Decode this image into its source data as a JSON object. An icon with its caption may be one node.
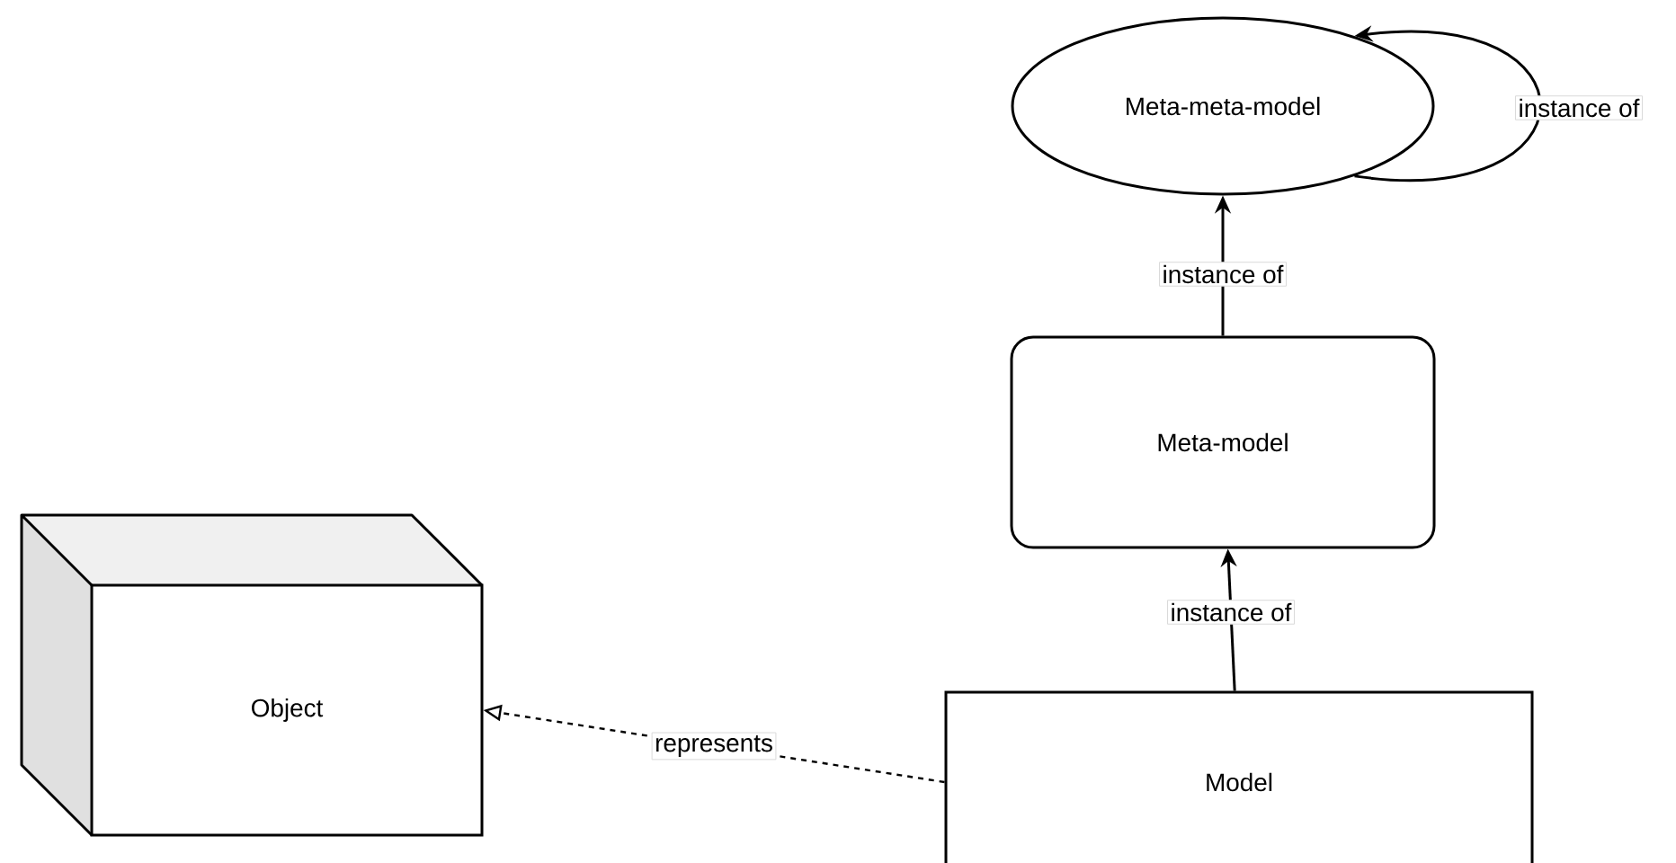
{
  "diagram": {
    "nodes": [
      {
        "text": [
          "Meta-meta-model"
        ]
      },
      {
        "text": [
          "Meta-model"
        ]
      },
      {
        "text": [
          "Model"
        ]
      },
      {
        "text": [
          "Object"
        ]
      }
    ],
    "edges": [
      {
        "from": 0,
        "to": 0,
        "arrow": "to",
        "label": "instance of"
      },
      {
        "from": 1,
        "to": 0,
        "arrow": "to",
        "label": "instance of"
      },
      {
        "from": 2,
        "to": 1,
        "arrow": "to",
        "label": "instance of"
      },
      {
        "from": 2,
        "to": 3,
        "arrow": "to",
        "label": "represents",
        "style": "dashed"
      }
    ]
  }
}
